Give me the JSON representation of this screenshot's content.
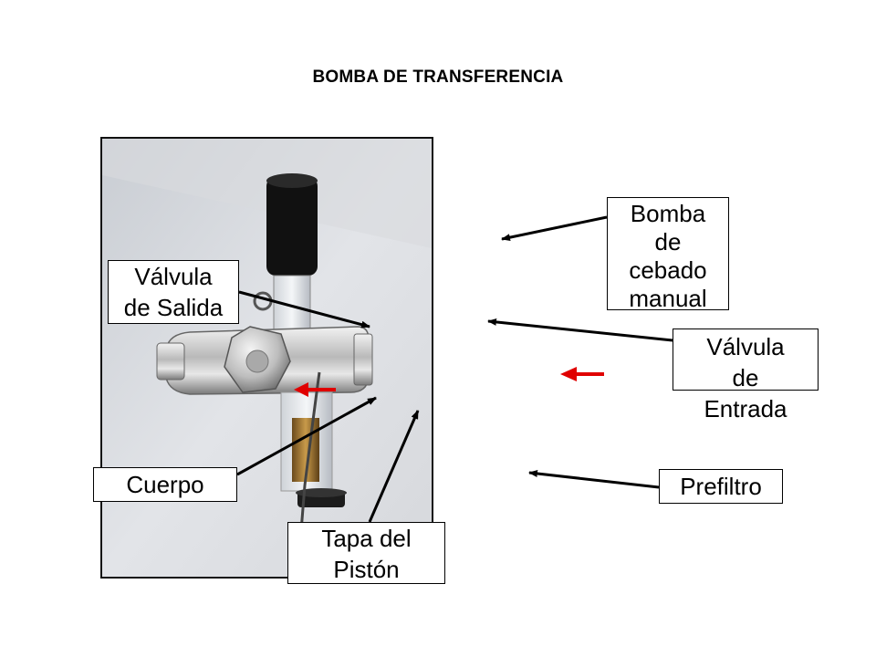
{
  "title": "BOMBA DE TRANSFERENCIA",
  "labels": {
    "bomba_cebado": "Bomba\nde\ncebado\nmanual",
    "valvula_salida": "Válvula\nde Salida",
    "valvula_entrada": "Válvula\nde\nEntrada",
    "cuerpo": "Cuerpo",
    "prefiltro": "Prefiltro",
    "tapa_piston": "Tapa del\nPistón"
  },
  "colors": {
    "arrow": "#000000",
    "red_arrow": "#e00000"
  }
}
